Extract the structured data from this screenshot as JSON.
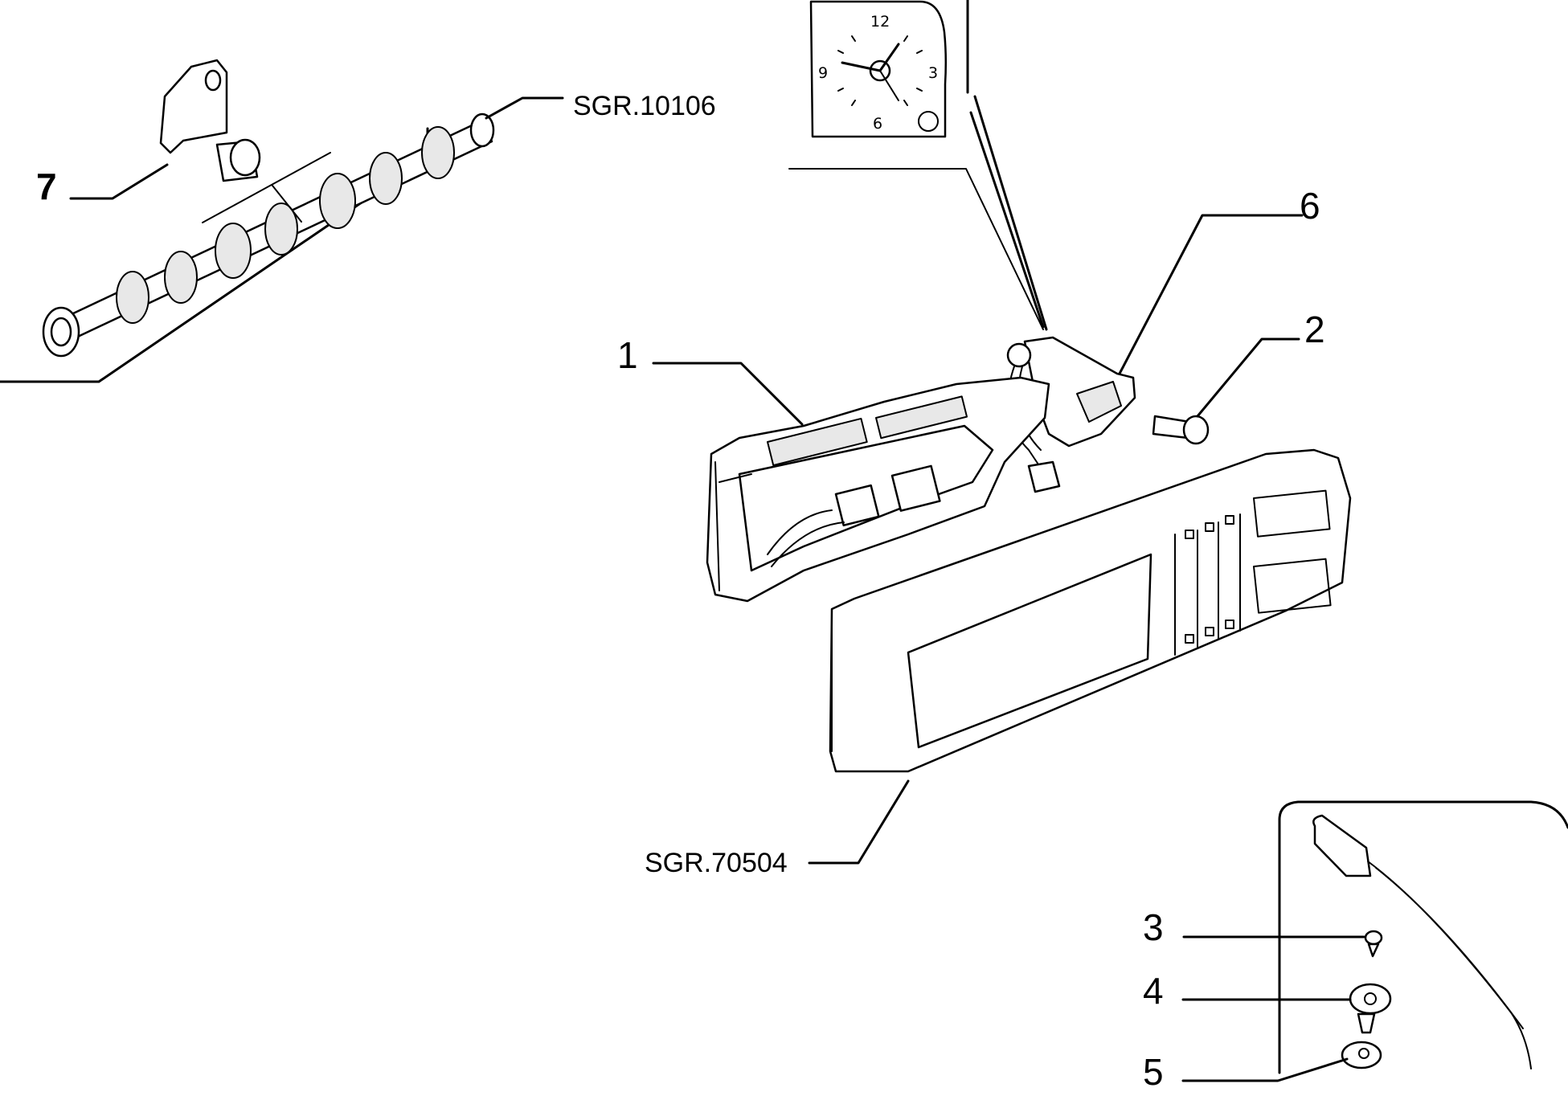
{
  "callouts": {
    "c1": "1",
    "c2": "2",
    "c3": "3",
    "c4": "4",
    "c5": "5",
    "c6": "6",
    "c7": "7"
  },
  "refs": {
    "camshaft_group": "SGR.10106",
    "panel_group": "SGR.70504"
  },
  "clock_face": {
    "n12": "12",
    "n3": "3",
    "n6": "6",
    "n9": "9"
  }
}
